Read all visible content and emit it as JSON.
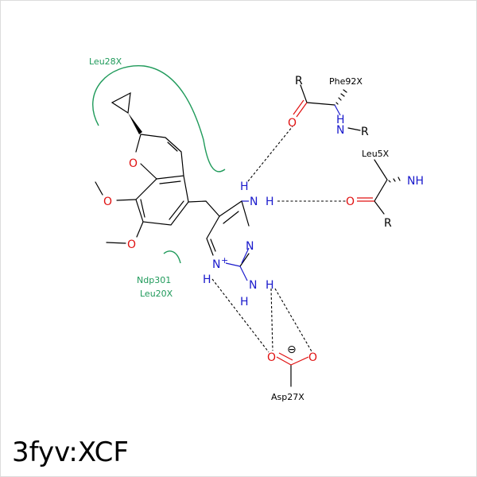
{
  "title": "3fyv:XCF",
  "residues": {
    "leu28": "Leu28X",
    "phe92": "Phe92X",
    "leu5": "Leu5X",
    "ndp301": "Ndp301",
    "leu20": "Leu20X",
    "asp27": "Asp27X"
  },
  "atoms": {
    "o": "O",
    "n": "N",
    "nh": "NH",
    "h": "H",
    "r": "R",
    "plus": "+",
    "minus": "⊖"
  },
  "colors": {
    "carbon": "#000000",
    "oxygen": "#e01010",
    "nitrogen": "#1a1acc",
    "residue": "#1f9a5a"
  }
}
